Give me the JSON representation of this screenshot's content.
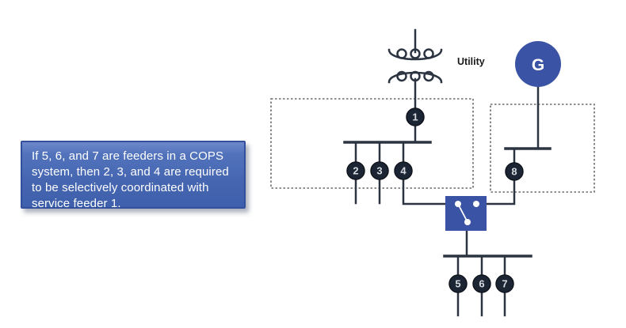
{
  "callout": {
    "text": "If 5, 6, and 7 are feeders in a COPS\nsystem, then 2, 3, and 4 are required\nto be selectively coordinated with\nservice feeder 1."
  },
  "diagram": {
    "utility_label": "Utility",
    "generator_label": "G",
    "breakers": [
      {
        "label": "1"
      },
      {
        "label": "2"
      },
      {
        "label": "3"
      },
      {
        "label": "4"
      },
      {
        "label": "5"
      },
      {
        "label": "6"
      },
      {
        "label": "7"
      },
      {
        "label": "8"
      }
    ],
    "colors": {
      "wire": "#2b3440",
      "node_fill": "#1c2533",
      "node_text": "#d6dae1",
      "accent_blue": "#3a53a5",
      "dashed_border": "#6b6b6b",
      "callout_border": "#33509e",
      "utility_text": "#1a1a1a"
    }
  }
}
